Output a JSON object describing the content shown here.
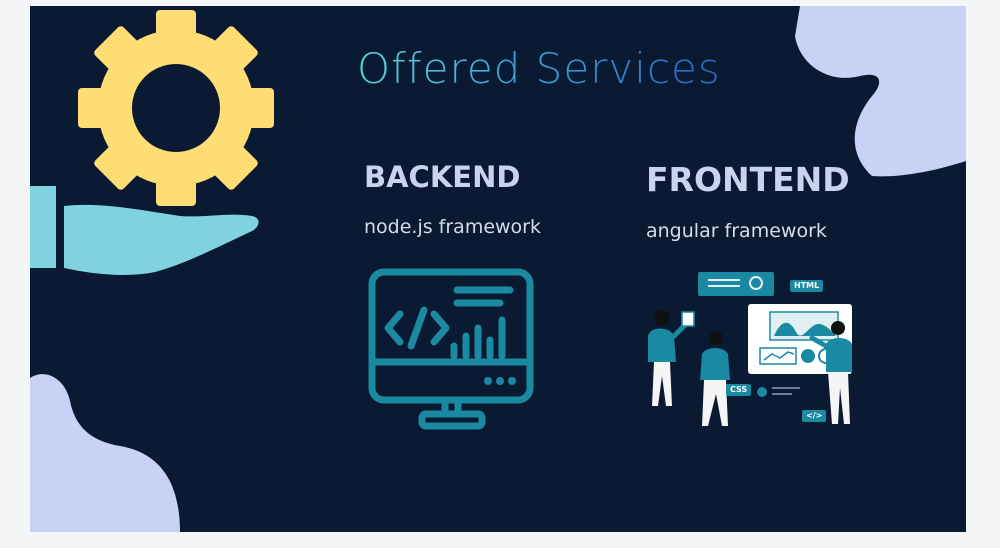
{
  "slide": {
    "title": "Offered Services",
    "services": [
      {
        "heading": "BACKEND",
        "subtitle": "node.js framework",
        "icon": "monitor-code-icon"
      },
      {
        "heading": "FRONTEND",
        "subtitle": "angular framework",
        "icon": "frontend-team-illustration"
      }
    ],
    "tags": {
      "html": "HTML",
      "css": "CSS",
      "code": "</>"
    }
  },
  "colors": {
    "background": "#0b1a33",
    "gear": "#fedd75",
    "hand": "#7fd3e0",
    "leaf": "#c8d2f5",
    "accent": "#1a8aa3",
    "heading": "#c9d3ef"
  }
}
